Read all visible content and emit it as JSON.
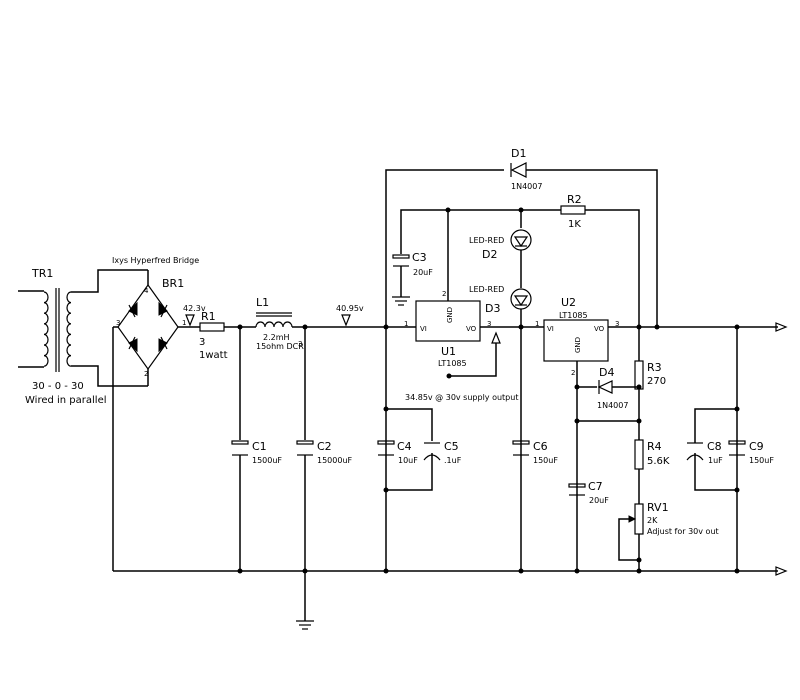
{
  "transformer": {
    "ref": "TR1",
    "rating": "30 - 0 - 30",
    "note": "Wired in parallel"
  },
  "bridge": {
    "ref": "BR1",
    "title": "Ixys Hyperfred Bridge",
    "pins": [
      "4",
      "3",
      "2",
      "1"
    ]
  },
  "resistors": {
    "r1": {
      "ref": "R1",
      "value": "3",
      "power": "1watt",
      "pin": "1"
    },
    "r2": {
      "ref": "R2",
      "value": "1K"
    },
    "r3": {
      "ref": "R3",
      "value": "270"
    },
    "r4": {
      "ref": "R4",
      "value": "5.6K"
    },
    "rv1": {
      "ref": "RV1",
      "value": "2K",
      "note": "Adjust for 30v out"
    }
  },
  "inductor": {
    "ref": "L1",
    "value": "2.2mH",
    "dcr": "15ohm DCR"
  },
  "capacitors": {
    "c1": {
      "ref": "C1",
      "value": "1500uF"
    },
    "c2": {
      "ref": "C2",
      "value": "15000uF"
    },
    "c3": {
      "ref": "C3",
      "value": "20uF"
    },
    "c4": {
      "ref": "C4",
      "value": "10uF"
    },
    "c5": {
      "ref": "C5",
      "value": ".1uF"
    },
    "c6": {
      "ref": "C6",
      "value": "150uF"
    },
    "c7": {
      "ref": "C7",
      "value": "20uF"
    },
    "c8": {
      "ref": "C8",
      "value": "1uF"
    },
    "c9": {
      "ref": "C9",
      "value": "150uF"
    }
  },
  "diodes": {
    "d1": {
      "ref": "D1",
      "value": "1N4007"
    },
    "d4": {
      "ref": "D4",
      "value": "1N4007"
    },
    "leds": {
      "ref": "D2",
      "ref2": "D3",
      "label_top": "LED-RED",
      "label_bottom": "LED-RED"
    }
  },
  "regulators": {
    "u1": {
      "ref": "U1",
      "part": "LT1085",
      "vi": "VI",
      "vo": "VO",
      "gnd": "GND",
      "pin_in": "1",
      "pin_adj": "2",
      "pin_out": "3"
    },
    "u2": {
      "ref": "U2",
      "part": "LT1085",
      "vi": "VI",
      "vo": "VO",
      "gnd": "GND",
      "pin_in": "1",
      "pin_adj": "2",
      "pin_out": "3"
    }
  },
  "probes": {
    "p1": "42.3v",
    "p2": "40.95v",
    "p3": "34.85v @ 30v supply output"
  },
  "net_labels": {
    "inductor_pin": "3"
  }
}
